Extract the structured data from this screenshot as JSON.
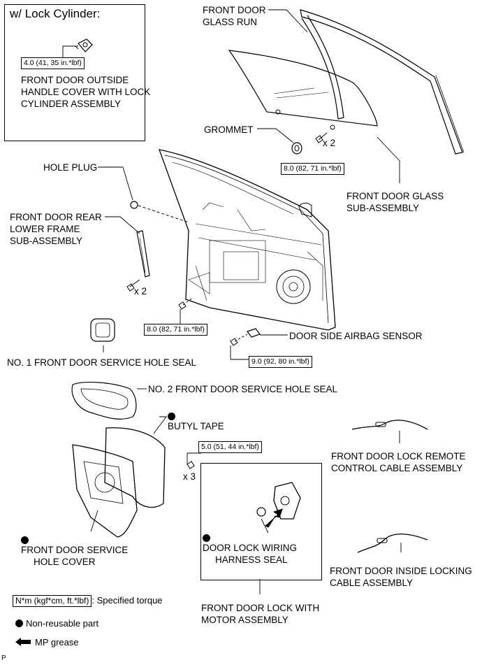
{
  "header": "w/ Lock Cylinder:",
  "torques": {
    "handle_cover": "4.0 (41, 35 in.*lbf)",
    "glass_bolt": "8.0 (82, 71 in.*lbf)",
    "door_bolt": "8.0 (82, 71 in.*lbf)",
    "airbag_sensor": "9.0 (92, 80 in.*lbf)",
    "lock_motor": "5.0 (51, 44 in.*lbf)"
  },
  "labels": {
    "handle_cover": [
      "FRONT DOOR OUTSIDE",
      "HANDLE COVER WITH LOCK",
      "CYLINDER ASSEMBLY"
    ],
    "glass_run": [
      "FRONT DOOR",
      "GLASS RUN"
    ],
    "grommet": "GROMMET",
    "qty_x2": "x 2",
    "qty_x3": "x 3",
    "door_glass": [
      "FRONT DOOR GLASS",
      "SUB-ASSEMBLY"
    ],
    "hole_plug": "HOLE PLUG",
    "rear_lower_frame": [
      "FRONT DOOR REAR",
      "LOWER FRAME",
      "SUB-ASSEMBLY"
    ],
    "airbag_sensor": "DOOR SIDE AIRBAG SENSOR",
    "no1_seal": "NO. 1 FRONT DOOR SERVICE HOLE SEAL",
    "no2_seal": "NO. 2 FRONT DOOR SERVICE HOLE SEAL",
    "butyl_tape": "BUTYL TAPE",
    "remote_cable": [
      "FRONT DOOR LOCK REMOTE",
      "CONTROL CABLE ASSEMBLY"
    ],
    "service_hole_cover": [
      "FRONT DOOR SERVICE",
      "HOLE COVER"
    ],
    "harness_seal": [
      "DOOR LOCK WIRING",
      "HARNESS SEAL"
    ],
    "inside_cable": [
      "FRONT DOOR INSIDE LOCKING",
      "CABLE ASSEMBLY"
    ],
    "lock_motor": [
      "FRONT DOOR LOCK WITH",
      "MOTOR ASSEMBLY"
    ]
  },
  "legend": {
    "torque_unit": "N*m (kgf*cm, ft.*lbf)",
    "torque_desc": ": Specified torque",
    "non_reusable": "Non-reusable part",
    "mp_grease": "MP grease"
  },
  "figure_code": "P",
  "icons": {
    "non_reusable": "filled-circle",
    "mp_grease": "arrow-left-icon"
  }
}
